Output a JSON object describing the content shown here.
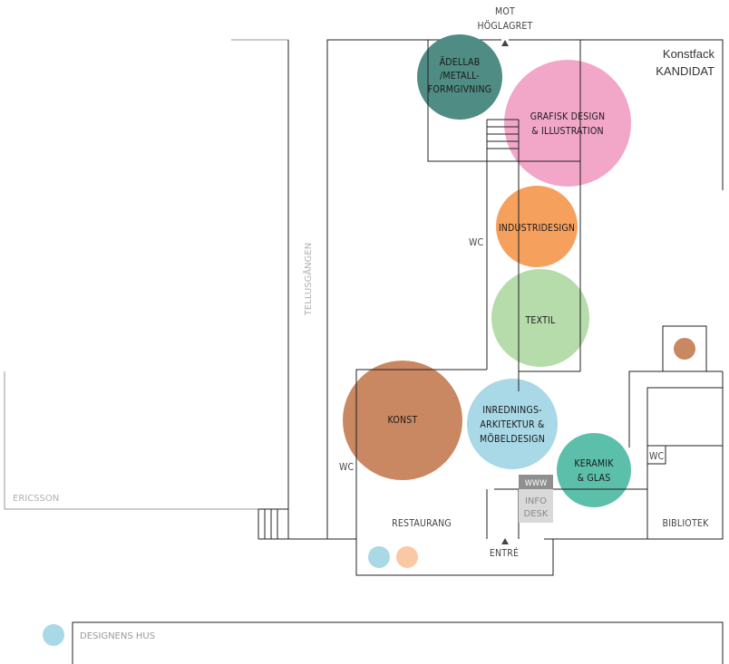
{
  "header": {
    "direction_line1": "MOT",
    "direction_line2": "HÖGLAGRET",
    "brand_line1": "Konstfack",
    "brand_line2": "KANDIDAT"
  },
  "areas": {
    "tellus": "TELLUSGÅNGEN",
    "ericsson": "ERICSSON",
    "wc_upper": "WC",
    "wc_left": "WC",
    "wc_right": "WC",
    "restaurang": "RESTAURANG",
    "entre": "ENTRÉ",
    "info_top": "WWW",
    "info_line1": "INFO",
    "info_line2": "DESK",
    "bibliotek": "BIBLIOTEK"
  },
  "departments": [
    {
      "id": "adellab",
      "lines": [
        "ÄDELLAB",
        "/METALL-",
        "FORMGIVNING"
      ],
      "color": "#4f8c83"
    },
    {
      "id": "grafisk",
      "lines": [
        "GRAFISK DESIGN",
        "& ILLUSTRATION"
      ],
      "color": "#f2a7c9"
    },
    {
      "id": "industri",
      "lines": [
        "INDUSTRIDESIGN"
      ],
      "color": "#f6a05e"
    },
    {
      "id": "textil",
      "lines": [
        "TEXTIL"
      ],
      "color": "#b6dcab"
    },
    {
      "id": "konst",
      "lines": [
        "KONST"
      ],
      "color": "#c98762"
    },
    {
      "id": "inredning",
      "lines": [
        "INREDNINGS-",
        "ARKITEKTUR &",
        "MÖBELDESIGN"
      ],
      "color": "#a9d8e6"
    },
    {
      "id": "keramik",
      "lines": [
        "KERAMIK",
        "& GLAS"
      ],
      "color": "#5cbfaa"
    }
  ],
  "small_markers": [
    {
      "id": "marker-blue",
      "color": "#a9d8e6"
    },
    {
      "id": "marker-peach",
      "color": "#fbc8a4"
    },
    {
      "id": "marker-tower",
      "color": "#c98762"
    }
  ],
  "legend": {
    "label": "DESIGNENS HUS",
    "color": "#a9d8e6"
  }
}
